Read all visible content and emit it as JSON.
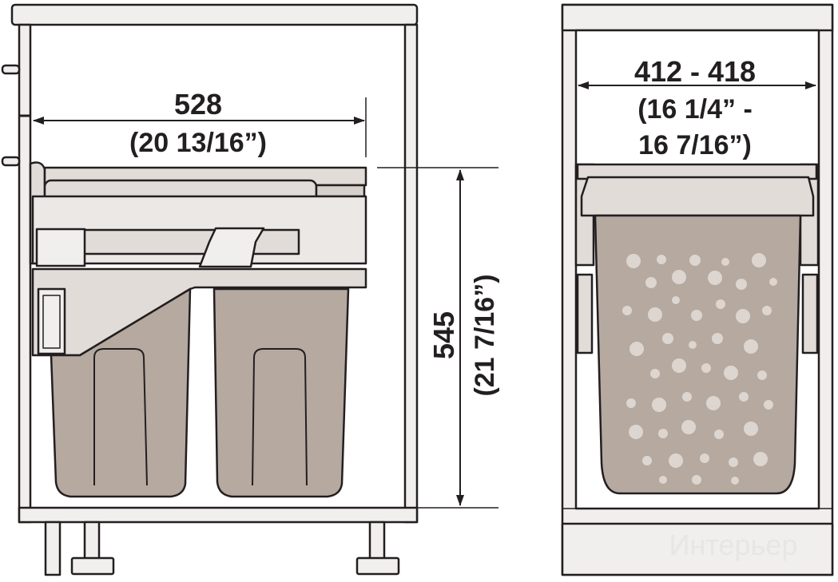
{
  "left_view": {
    "width_dimension": {
      "value": "528",
      "imperial": "(20 13/16”)"
    },
    "height_dimension": {
      "value": "545",
      "imperial": "(21 7/16”)"
    }
  },
  "right_view": {
    "width_dimension": {
      "value": "412 - 418",
      "imperial_line1": "(16 1/4” -",
      "imperial_line2": "16 7/16”)"
    }
  },
  "watermark": "Интерьер",
  "colors": {
    "outline": "#231f20",
    "cabinet_fill": "#f1efed",
    "bin_fill": "#b5a9a0",
    "frame_fill": "#e1dcd8",
    "perforation": "#ddd6d0"
  }
}
